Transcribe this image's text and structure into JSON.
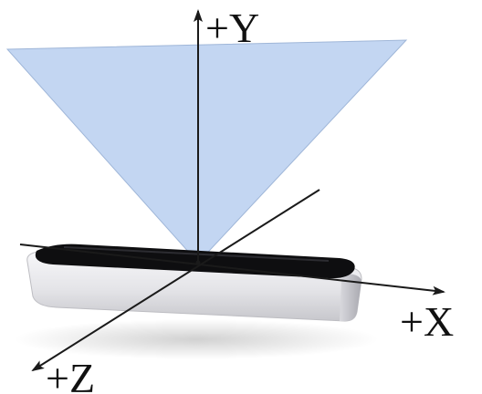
{
  "diagram": {
    "axes": {
      "y_label": "+Y",
      "x_label": "+X",
      "z_label": "+Z"
    },
    "colors": {
      "field_of_view_fill": "#c3d6f2",
      "field_of_view_stroke": "#9fb6d8",
      "axis_line": "#1a1a1a",
      "device_top": "#0e0e10",
      "device_body": "#e9e9ec"
    },
    "icons": {
      "device": "motion-sensor-device-icon",
      "field_of_view": "field-of-view-cone-icon"
    }
  }
}
